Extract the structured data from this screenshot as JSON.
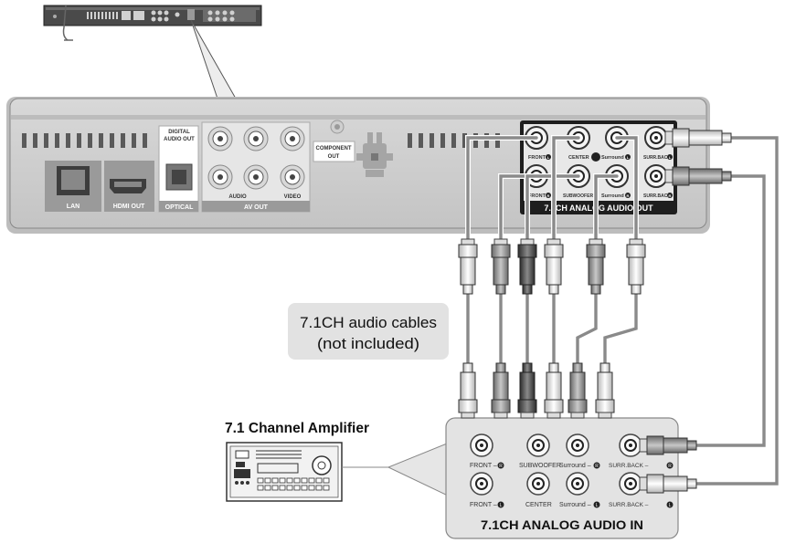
{
  "player_panel": {
    "lan": "LAN",
    "hdmi_out": "HDMI OUT",
    "digital_audio_out": [
      "DIGITAL",
      "AUDIO OUT"
    ],
    "optical": "OPTICAL",
    "component_out": [
      "COMPONENT",
      "OUT"
    ],
    "av_out": "AV OUT",
    "audio": "AUDIO",
    "video": "VIDEO",
    "analog_out_title": "7.1CH ANALOG AUDIO OUT",
    "out_labels": {
      "front_l": "FRONT",
      "center": "CENTER",
      "surround_l": "Surround",
      "surr_back_l": "SURR.BACK",
      "front_r": "FRONT",
      "subwoofer": "SUBWOOFER",
      "surround_r": "Surround",
      "surr_back_r": "SURR.BACK"
    }
  },
  "cables_label": [
    "7.1CH audio cables",
    "(not included)"
  ],
  "amplifier_label": "7.1 Channel Amplifier",
  "amp_panel": {
    "title": "7.1CH ANALOG AUDIO IN",
    "in_labels": {
      "front_r": "FRONT –",
      "subwoofer": "SUBWOOFER",
      "surround_r": "Surround –",
      "surr_back_r": "SURR.BACK –",
      "front_l": "FRONT –",
      "center": "CENTER",
      "surround_l": "Surround –",
      "surr_back_l": "SURR.BACK –"
    }
  },
  "channel_marks": {
    "right": "R",
    "left": "L"
  }
}
